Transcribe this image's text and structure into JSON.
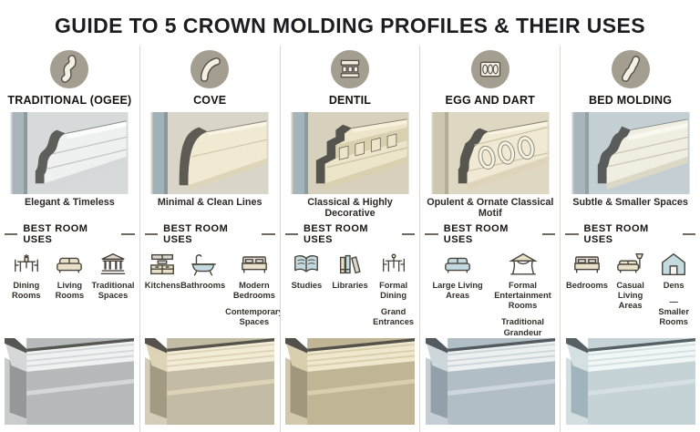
{
  "title": "GUIDE TO 5 CROWN MOLDING PROFILES & THEIR USES",
  "uses_header": "BEST ROOM USES",
  "accent_colors": {
    "icon_circle": "#a49e91",
    "icon_line": "#4b463d",
    "divider": "#d9d7d1",
    "title_text": "#1d1c1e"
  },
  "columns": [
    {
      "name": "TRADITIONAL (OGEE)",
      "caption": "Elegant & Timeless",
      "profile_icon": "ogee-s-curve",
      "uses": [
        {
          "icon": "dining-table",
          "label": "Dining Rooms"
        },
        {
          "icon": "sofa",
          "label": "Living Rooms"
        },
        {
          "icon": "classical-building",
          "label": "Traditional Spaces"
        }
      ],
      "palette": {
        "wall": "#aab5bb",
        "wallDk": "#8e999e",
        "backdrop": "#d7dada",
        "shadow": "#5e5e5a",
        "mold": "#eff1f1",
        "moldHi": "#fbfcfc",
        "moldShade": "#d5d9da",
        "moldLine": "#bcc1c2",
        "bFace": "#b6babb",
        "bSide": "#94989b",
        "bSideL": "#c9cccd",
        "bM1": "#f0f2f2",
        "bM2": "#d4d8d8",
        "bDark": "#565753"
      }
    },
    {
      "name": "COVE",
      "caption": "Minimal & Clean Lines",
      "profile_icon": "cove-curve",
      "uses": [
        {
          "icon": "kitchen-cabinets",
          "label": "Kitchens"
        },
        {
          "icon": "bathtub",
          "label": "Bathrooms"
        },
        {
          "icon": "bed",
          "label": "Modern Bedrooms",
          "extra": "Contemporary Spaces"
        }
      ],
      "palette": {
        "wall": "#a0b1b7",
        "wallDk": "#87989e",
        "backdrop": "#d9d6c9",
        "shadow": "#5d5b54",
        "mold": "#f1ead3",
        "moldHi": "#f9f5e6",
        "moldShade": "#ded5b9",
        "moldLine": "#cfc6a9",
        "bFace": "#c3bca4",
        "bSide": "#a29a82",
        "bSideL": "#d4cdb8",
        "bM1": "#f2ecd6",
        "bM2": "#ddd4b8",
        "bDark": "#55534b"
      }
    },
    {
      "name": "DENTIL",
      "caption": "Classical & Highly Decorative",
      "profile_icon": "dentil-blocks",
      "uses": [
        {
          "icon": "open-book",
          "label": "Studies"
        },
        {
          "icon": "books",
          "label": "Libraries"
        },
        {
          "icon": "formal-dining-table",
          "label": "Formal Dining",
          "extra": "Grand Entrances"
        }
      ],
      "palette": {
        "wall": "#a3b4ba",
        "wallDk": "#8a9ba1",
        "backdrop": "#d7d0bd",
        "shadow": "#56544e",
        "mold": "#ede5ca",
        "moldHi": "#f7f1db",
        "moldShade": "#d9d0af",
        "moldLine": "#c8bf9f",
        "bFace": "#c0b695",
        "bSide": "#a1977c",
        "bSideL": "#d2c9ad",
        "bM1": "#efe8cd",
        "bM2": "#d9cfae",
        "bDark": "#53514a"
      }
    },
    {
      "name": "EGG AND DART",
      "caption": "Opulent & Ornate Classical Motif",
      "profile_icon": "egg-and-dart-band",
      "uses": [
        {
          "icon": "sofa",
          "label": "Large Living Areas"
        },
        {
          "icon": "canopy",
          "label": "Formal Entertainment Rooms",
          "extra": "Traditional Grandeur"
        }
      ],
      "palette": {
        "wall": "#cdc6b1",
        "wallDk": "#b3ac97",
        "backdrop": "#ded7c1",
        "shadow": "#585650",
        "mold": "#f0ead4",
        "moldHi": "#f8f3e2",
        "moldShade": "#ddd4b9",
        "moldLine": "#ccc3a6",
        "bFace": "#b2bec6",
        "bSide": "#91a0a9",
        "bSideL": "#c4ced4",
        "bM1": "#edf0f1",
        "bM2": "#cdd6da",
        "bDark": "#535b60"
      }
    },
    {
      "name": "BED MOLDING",
      "caption": "Subtle & Smaller Spaces",
      "profile_icon": "bed-molding-strip",
      "uses": [
        {
          "icon": "bed",
          "label": "Bedrooms"
        },
        {
          "icon": "sofa-lamp",
          "label": "Casual Living Areas"
        },
        {
          "icon": "house",
          "label": "Dens",
          "extra": "—\nSmaller Rooms"
        }
      ],
      "palette": {
        "wall": "#a8b6bc",
        "wallDk": "#8fa0a6",
        "backdrop": "#c4cfd3",
        "shadow": "#595c5b",
        "mold": "#f0ede1",
        "moldHi": "#f9f7ee",
        "moldShade": "#dcd8c6",
        "moldLine": "#c9c5b2",
        "bFace": "#c5d3d7",
        "bSide": "#a0b5bb",
        "bSideL": "#d3dee1",
        "bM1": "#f1f6f6",
        "bM2": "#d5e0e2",
        "bDark": "#566166"
      }
    }
  ]
}
